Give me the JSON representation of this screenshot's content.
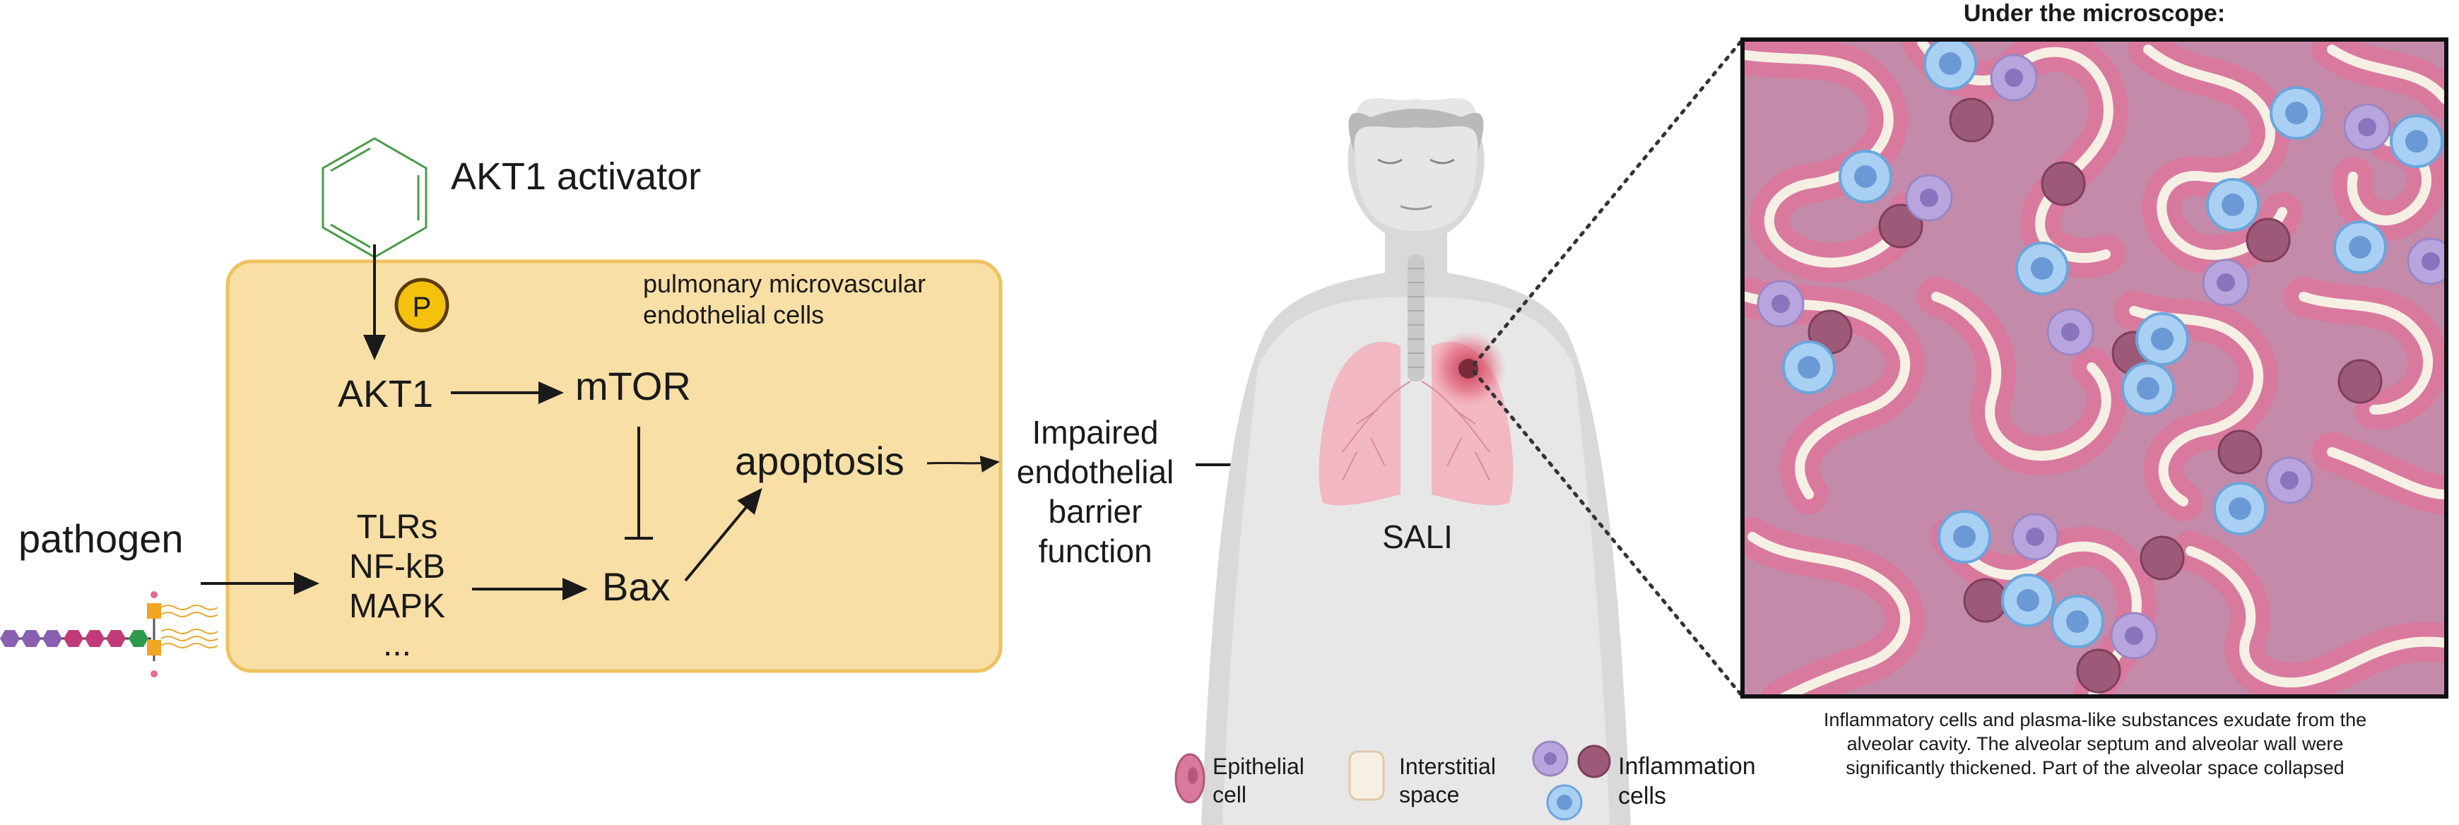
{
  "pathway": {
    "activator_label": "AKT1 activator",
    "phospho_label": "P",
    "cell_label_line1": "pulmonary microvascular",
    "cell_label_line2": "endothelial cells",
    "akt1": "AKT1",
    "mtor": "mTOR",
    "apoptosis": "apoptosis",
    "bax": "Bax",
    "pathogen": "pathogen",
    "receptors": [
      "TLRs",
      "NF-kB",
      "MAPK",
      "..."
    ]
  },
  "outcome": {
    "lines": [
      "Impaired",
      "endothelial",
      "barrier",
      "function"
    ],
    "disease_label": "SALI"
  },
  "microscope": {
    "title": "Under the microscope:",
    "caption_lines": [
      "Inflammatory cells and plasma-like substances exudate from the",
      "alveolar cavity. The alveolar septum and alveolar wall were",
      "significantly thickened. Part of the alveolar space collapsed"
    ]
  },
  "legend": {
    "epithelial": [
      "Epithelial",
      "cell"
    ],
    "interstitial": [
      "Interstitial",
      "space"
    ],
    "inflammation": [
      "Inflammation",
      "cells"
    ]
  },
  "colors": {
    "cell_box_fill": "#f8dfa6",
    "cell_box_stroke": "#efc25e",
    "benzene": "#4a9a4a",
    "phospho_fill": "#f4c20d",
    "tissue_bg": "#c48aa9",
    "epithelial": "#d9799e",
    "interstitial": "#f6f0e4",
    "immune_blue": "#a9d0f2",
    "immune_purple": "#b8a5dd",
    "body_gray": "#d9d9d9",
    "lung_pink": "#f1b8c2"
  }
}
